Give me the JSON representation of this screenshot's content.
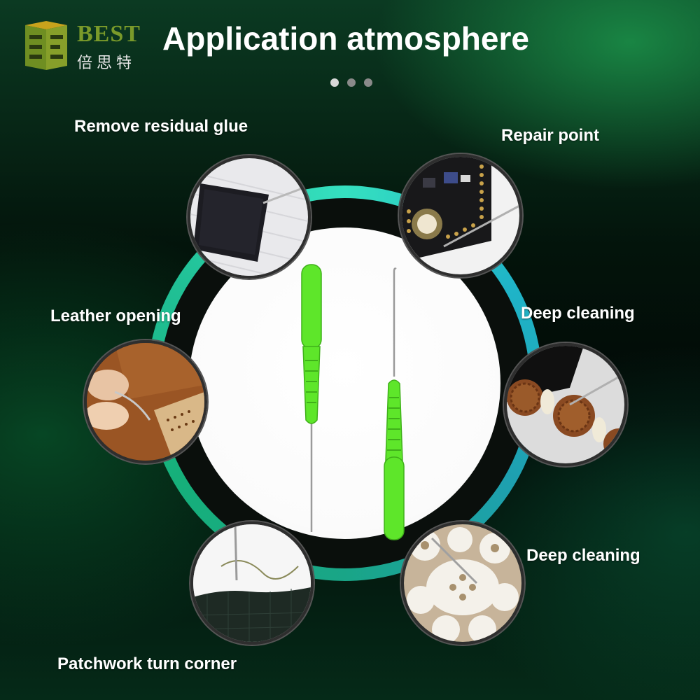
{
  "brand": {
    "logo_word": "BEST",
    "logo_cn": "倍思特",
    "accent_color": "#7a9a2a"
  },
  "header": {
    "title": "Application atmosphere"
  },
  "pager": {
    "count": 3,
    "active_index": 0
  },
  "tool_color": "#5ee62a",
  "applications": [
    {
      "label": "Remove residual glue",
      "icon": "glue-removal-photo"
    },
    {
      "label": "Repair point",
      "icon": "circuit-board-photo"
    },
    {
      "label": "Leather opening",
      "icon": "leather-photo"
    },
    {
      "label": "Deep cleaning",
      "icon": "beads-photo"
    },
    {
      "label": "Deep cleaning",
      "icon": "lace-photo"
    },
    {
      "label": "Patchwork turn corner",
      "icon": "fabric-photo"
    }
  ]
}
